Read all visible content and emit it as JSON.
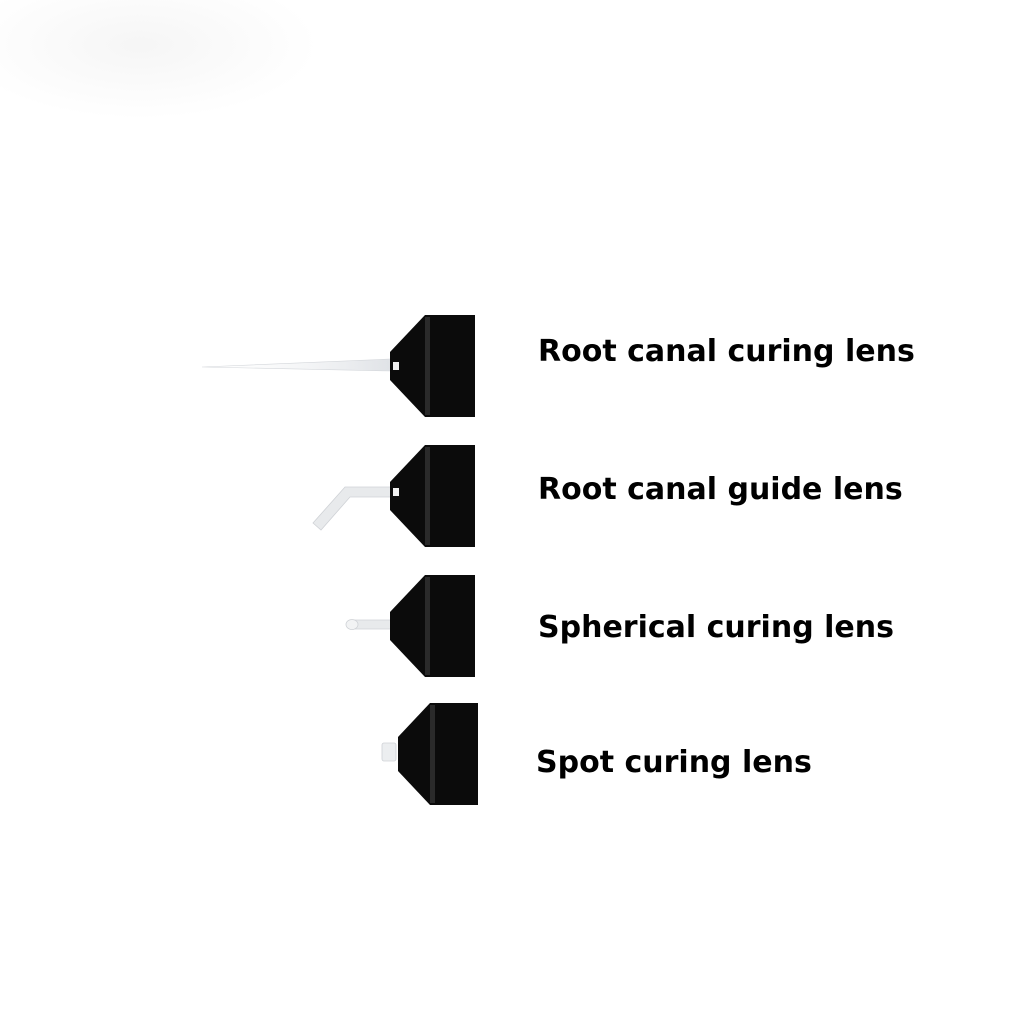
{
  "lenses": [
    {
      "label": "Root canal curing lens",
      "tip_icon": "long-straight-fiber-tip-icon"
    },
    {
      "label": "Root canal guide lens",
      "tip_icon": "bent-fiber-tip-icon"
    },
    {
      "label": "Spherical curing lens",
      "tip_icon": "short-ball-tip-icon"
    },
    {
      "label": "Spot curing lens",
      "tip_icon": "stub-tip-icon"
    }
  ],
  "colors": {
    "background": "#ffffff",
    "lens_body": "#0b0b0b",
    "fiber": "#e4e6e8",
    "text": "#000000"
  }
}
